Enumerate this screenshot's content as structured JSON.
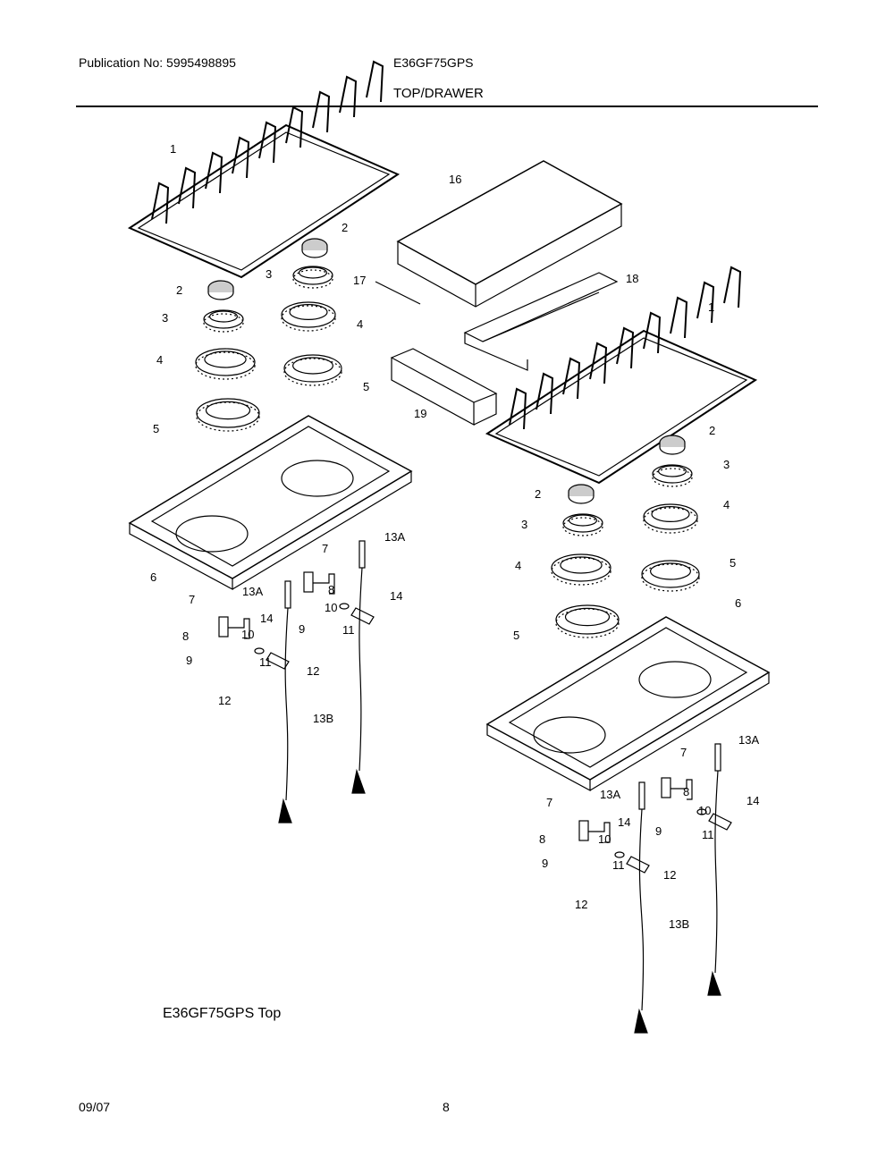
{
  "header": {
    "publication": "Publication No: 5995498895",
    "model": "E36GF75GPS",
    "section": "TOP/DRAWER"
  },
  "figure": {
    "caption": "E36GF75GPS Top",
    "callouts": [
      "1",
      "2",
      "3",
      "2",
      "3",
      "4",
      "4",
      "5",
      "5",
      "16",
      "17",
      "18",
      "19",
      "1",
      "2",
      "3",
      "2",
      "3",
      "4",
      "4",
      "5",
      "5",
      "6",
      "6",
      "7",
      "13A",
      "7",
      "13A",
      "8",
      "14",
      "14",
      "10",
      "9",
      "11",
      "8",
      "10",
      "9",
      "11",
      "12",
      "12",
      "13B",
      "7",
      "13A",
      "13A",
      "8",
      "7",
      "14",
      "14",
      "10",
      "9",
      "11",
      "8",
      "10",
      "9",
      "11",
      "12",
      "12",
      "13B"
    ]
  },
  "footer": {
    "date": "09/07",
    "page": "8"
  }
}
